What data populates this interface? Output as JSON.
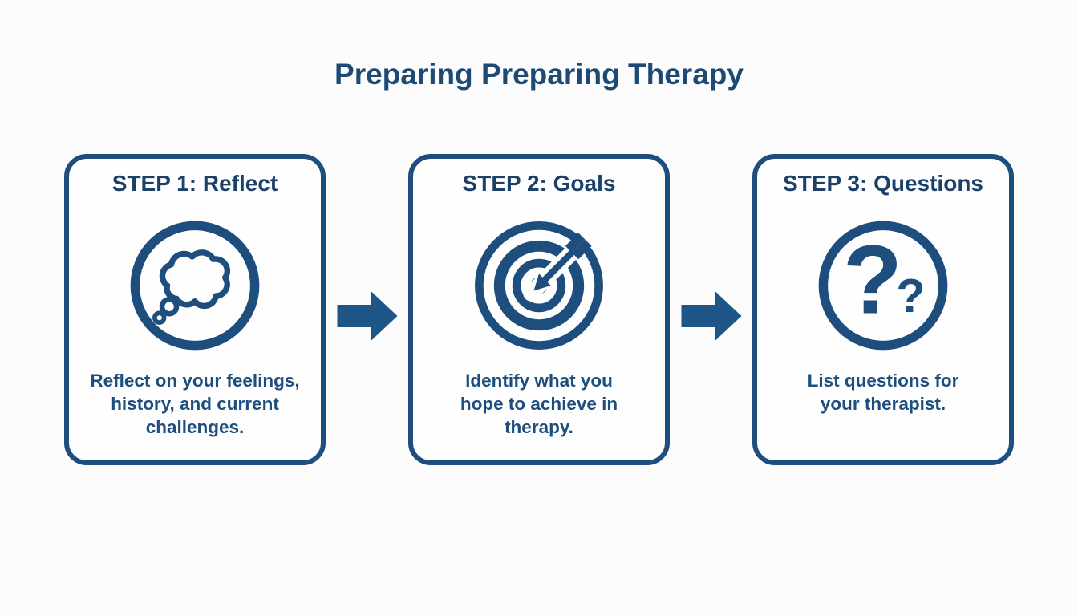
{
  "page": {
    "title": "Preparing Preparing Therapy",
    "background_color": "#fcfcfd",
    "accent_color": "#1d4e7e",
    "arrow_color": "#1e5687"
  },
  "steps": [
    {
      "heading": "STEP 1: Reflect",
      "icon": "thought-bubble-icon",
      "description": "Reflect on your feelings, history, and current challenges."
    },
    {
      "heading": "STEP 2: Goals",
      "icon": "target-arrow-icon",
      "description": "Identify what you hope to achieve in therapy."
    },
    {
      "heading": "STEP 3: Questions",
      "icon": "question-marks-icon",
      "description": "List questions for your therapist."
    }
  ],
  "connectors": [
    {
      "icon": "arrow-right-icon"
    },
    {
      "icon": "arrow-right-icon"
    }
  ]
}
